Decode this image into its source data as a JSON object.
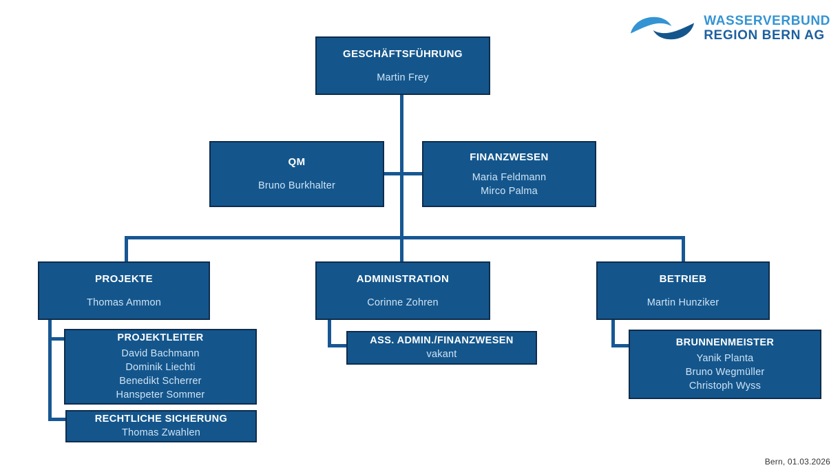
{
  "logo": {
    "line1": "WASSERVERBUND",
    "line2": "REGION BERN AG"
  },
  "footer": {
    "text": "Bern, 01.03.2026"
  },
  "colors": {
    "box_fill": "#14568c",
    "box_border": "#0e2c4c",
    "connector": "#175793",
    "title_text": "#ffffff",
    "name_text": "#cfe3f5",
    "logo_light_blue": "#3494d3",
    "logo_dark_blue": "#1d5f9f"
  },
  "nodes": {
    "geschaeftsfuehrung": {
      "title": "GESCHÄFTSFÜHRUNG",
      "names": [
        "Martin Frey"
      ]
    },
    "qm": {
      "title": "QM",
      "names": [
        "Bruno Burkhalter"
      ]
    },
    "finanzwesen": {
      "title": "FINANZWESEN",
      "names": [
        "Maria Feldmann",
        "Mirco Palma"
      ]
    },
    "projekte": {
      "title": "PROJEKTE",
      "names": [
        "Thomas Ammon"
      ]
    },
    "administration": {
      "title": "ADMINISTRATION",
      "names": [
        "Corinne Zohren"
      ]
    },
    "betrieb": {
      "title": "BETRIEB",
      "names": [
        "Martin Hunziker"
      ]
    },
    "projektleiter": {
      "title": "PROJEKTLEITER",
      "names": [
        "David Bachmann",
        "Dominik Liechti",
        "Benedikt Scherrer",
        "Hanspeter Sommer"
      ]
    },
    "rechtliche_sicherung": {
      "title": "RECHTLICHE SICHERUNG",
      "names": [
        "Thomas Zwahlen"
      ]
    },
    "ass_admin": {
      "title": "ASS. ADMIN./FINANZWESEN",
      "names": [
        "vakant"
      ]
    },
    "brunnenmeister": {
      "title": "BRUNNENMEISTER",
      "names": [
        "Yanik Planta",
        "Bruno Wegmüller",
        "Christoph Wyss"
      ]
    }
  }
}
